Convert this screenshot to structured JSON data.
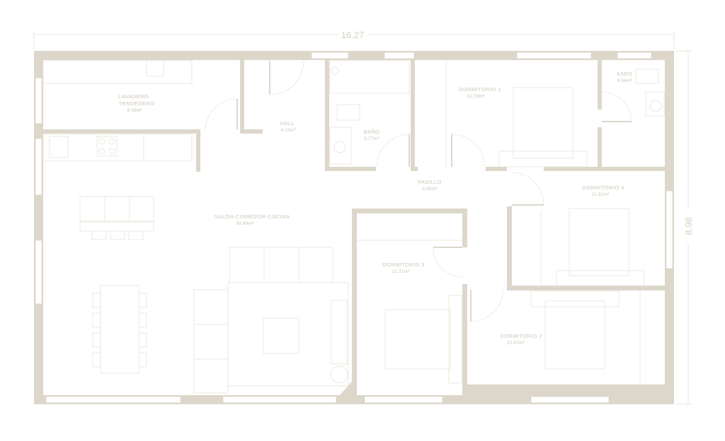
{
  "plan": {
    "dimensions": {
      "width": "16.27",
      "height": "8.98"
    },
    "rooms": {
      "lavadero": {
        "name_line1": "LAVADERO-",
        "name_line2": "TENDEDERO",
        "area": "9.09m²"
      },
      "hall": {
        "name": "HALL",
        "area": "4.23m²"
      },
      "bano": {
        "name": "BAÑO",
        "area": "5.77m²"
      },
      "dormitorio1": {
        "name": "DORMITORIO 1",
        "area": "12.33m²"
      },
      "aseo": {
        "name": "ASEO",
        "area": "4.34m²"
      },
      "pasillo": {
        "name": "PASILLO",
        "area": "6.45m²"
      },
      "dormitorio4": {
        "name": "DORMITORIO 4",
        "area": "11.51m²"
      },
      "salon": {
        "name": "SALÓN-COMEDOR-COCINA",
        "area": "50.49m²"
      },
      "dormitorio3": {
        "name": "DORMITORIO 3",
        "area": "12.71m²"
      },
      "dormitorio2": {
        "name": "DORMITORIO 2",
        "area": "13.37m²"
      }
    },
    "colors": {
      "wall": "#ddd7cb",
      "text": "#cdc6b8",
      "furniture": "#ece8e0"
    }
  }
}
